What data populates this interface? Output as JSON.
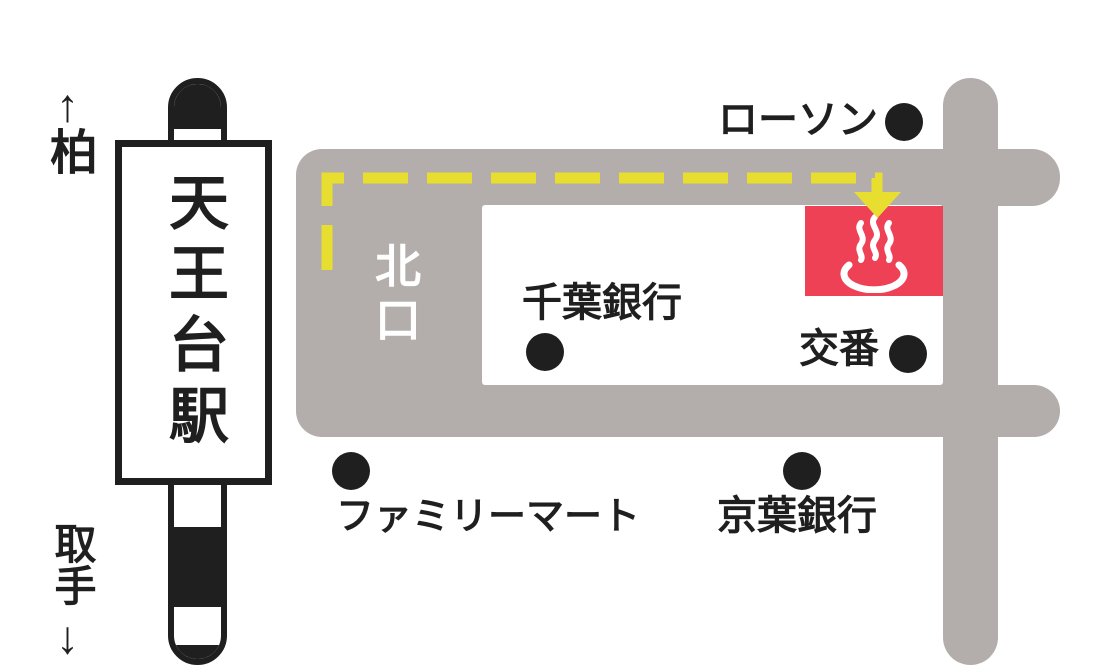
{
  "map": {
    "station": {
      "name": "天王台駅"
    },
    "direction_top": {
      "arrow": "↑",
      "label": "柏"
    },
    "direction_bottom": {
      "label": "取手",
      "arrow": "↓"
    },
    "north_exit": {
      "label": "北口"
    },
    "landmarks": [
      {
        "id": "lawson",
        "label": "ローソン"
      },
      {
        "id": "chiba-bank",
        "label": "千葉銀行"
      },
      {
        "id": "koban",
        "label": "交番"
      },
      {
        "id": "familymart",
        "label": "ファミリーマート"
      },
      {
        "id": "keiyo-bank",
        "label": "京葉銀行"
      }
    ],
    "destination": {
      "icon": "onsen-icon"
    },
    "colors": {
      "road": "#b3aeab",
      "route": "#e8de2f",
      "dest": "#ee4155",
      "ink": "#1f1f1f",
      "bg": "#ffffff"
    }
  }
}
